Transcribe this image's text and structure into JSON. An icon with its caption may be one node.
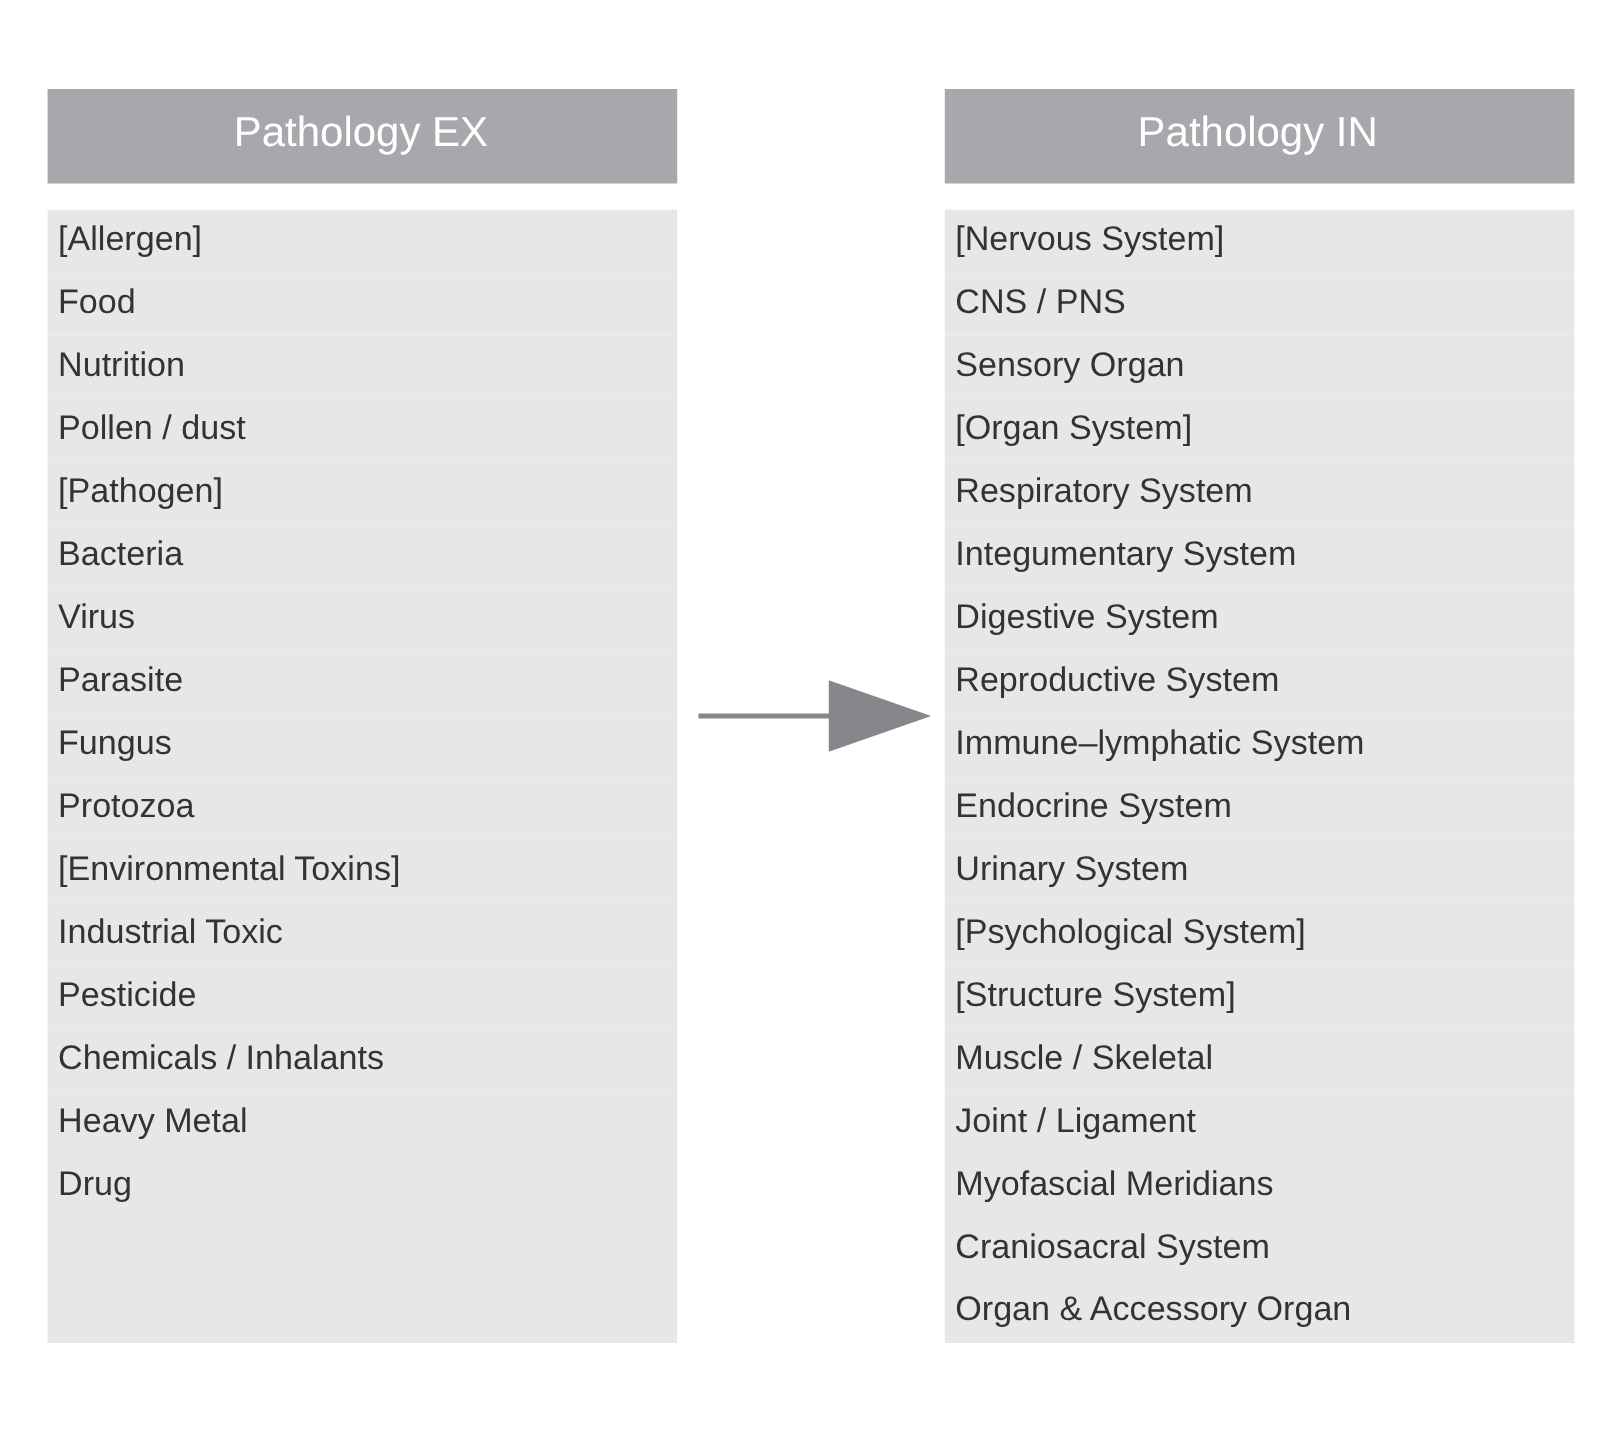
{
  "diagram": {
    "nodes": [
      {
        "text": [
          "Pathology EX",
          "[Allergen]",
          "Food",
          "Nutrition",
          "Pollen / dust",
          "[Pathogen]",
          "Bacteria",
          "Virus",
          "Parasite",
          "Fungus",
          "Protozoa",
          "[Environmental Toxins]",
          "Industrial Toxic",
          "Pesticide",
          "Chemicals / Inhalants",
          "Heavy Metal",
          "Drug"
        ]
      },
      {
        "text": [
          "Pathology IN",
          "[Nervous System]",
          "CNS / PNS",
          "Sensory Organ",
          "[Organ System]",
          "Respiratory System",
          "Integumentary System",
          "Digestive System",
          "Reproductive System",
          "Immune–lymphatic System",
          "Endocrine System",
          "Urinary System",
          "[Psychological System]",
          "[Structure System]",
          "Muscle / Skeletal",
          "Joint / Ligament",
          "Myofascial Meridians",
          "Craniosacral System",
          "Organ & Accessory Organ"
        ]
      }
    ],
    "edges": [
      {
        "from": 0,
        "to": 1,
        "arrow": "to"
      }
    ]
  }
}
